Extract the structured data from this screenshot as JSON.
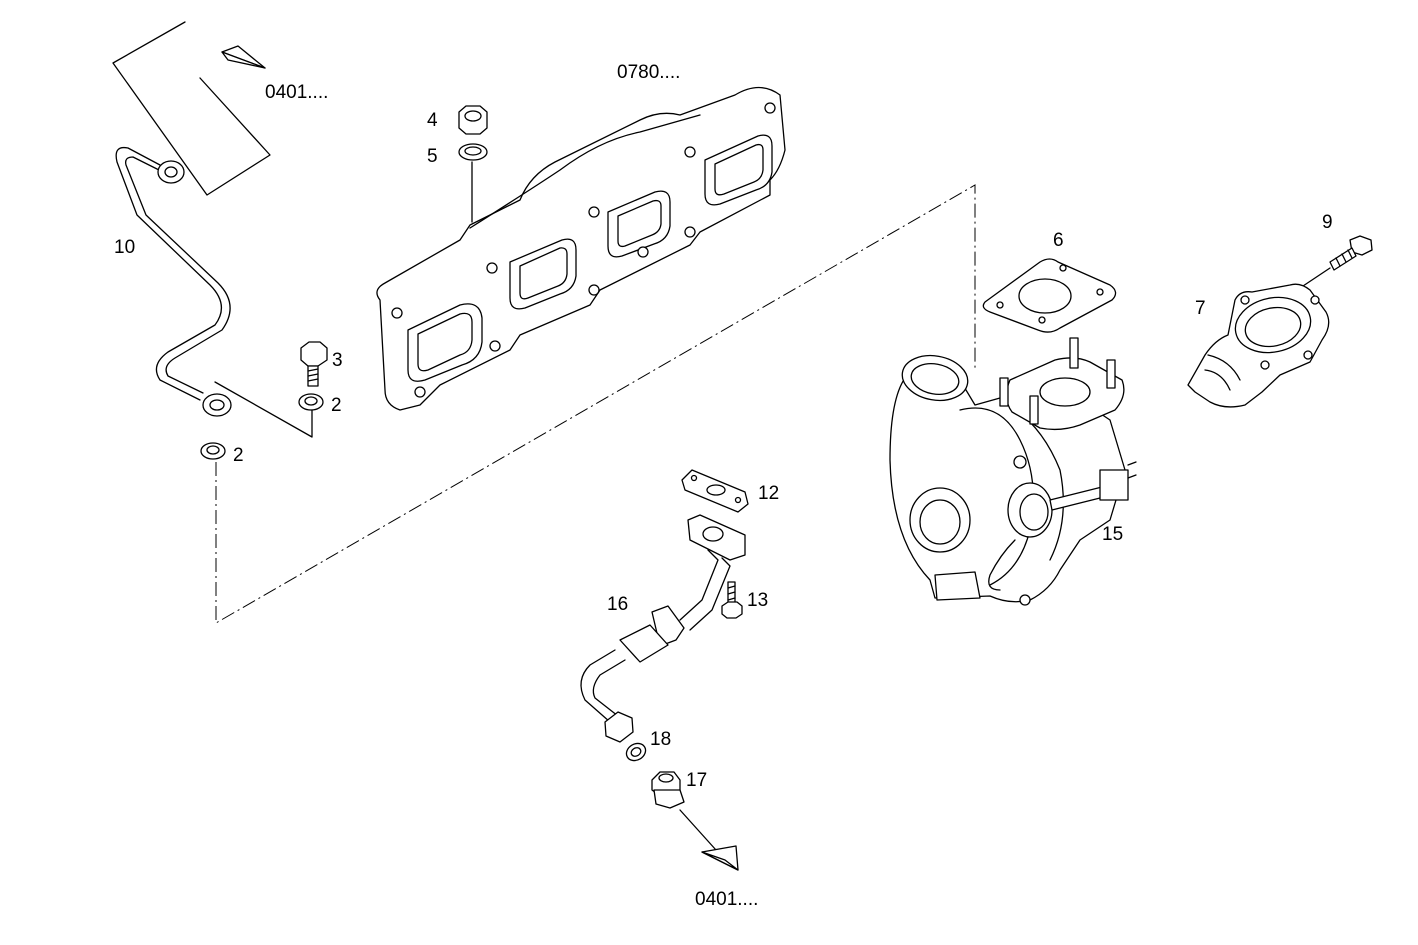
{
  "labels": {
    "ref_top": "0401....",
    "ref_manifold": "0780....",
    "ref_bottom": "0401....",
    "p2a": "2",
    "p2b": "2",
    "p3": "3",
    "p4": "4",
    "p5": "5",
    "p6": "6",
    "p7": "7",
    "p9": "9",
    "p10": "10",
    "p12": "12",
    "p13": "13",
    "p15": "15",
    "p16": "16",
    "p17": "17",
    "p18": "18"
  }
}
